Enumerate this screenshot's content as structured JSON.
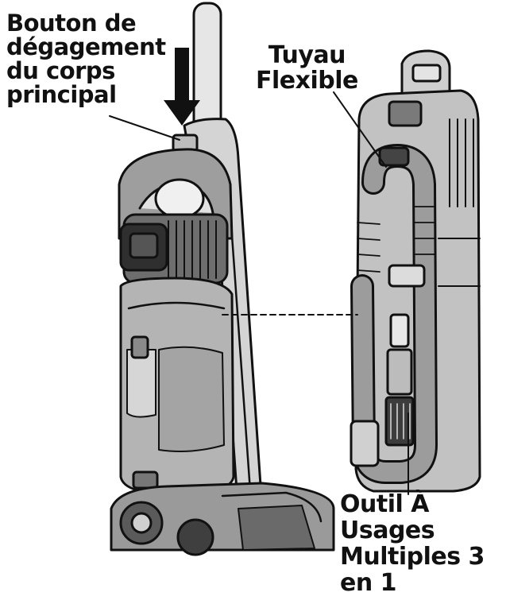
{
  "labels": {
    "release_button": [
      "Bouton de",
      "dégagement",
      "du corps",
      "principal"
    ],
    "flexible_hose": [
      "Tuyau",
      "Flexible"
    ],
    "multi_tool": [
      "Outil À",
      "Usages",
      "Multiples 3",
      "en 1"
    ]
  },
  "colors": {
    "ink": "#111111",
    "body_fill": "#c9c9c9",
    "dark_fill": "#3a3a3a",
    "background": "#ffffff"
  }
}
